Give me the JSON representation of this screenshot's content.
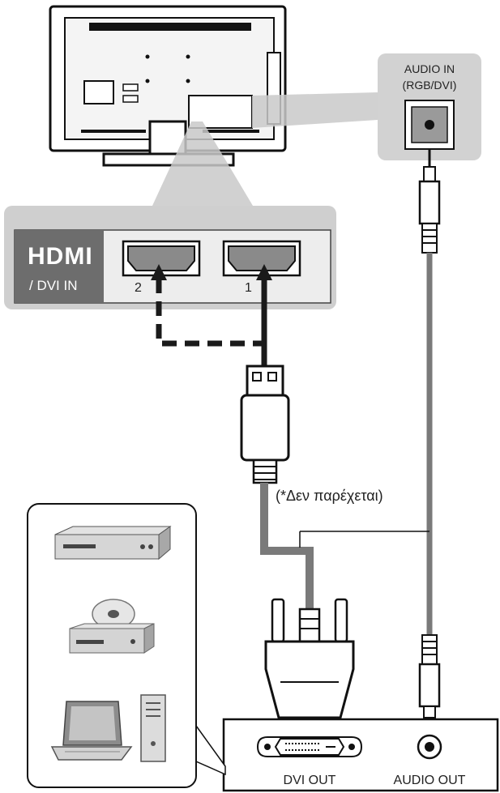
{
  "diagram": {
    "hdmi_panel": {
      "brand": "HDMI",
      "sub_label": "/ DVI IN",
      "ports": [
        {
          "number": "2"
        },
        {
          "number": "1"
        }
      ]
    },
    "audio_in": {
      "title_line1": "AUDIO IN",
      "title_line2": "(RGB/DVI)"
    },
    "cable_note": "(*Δεν παρέχεται)",
    "source_panel": {
      "dvi_out_label": "DVI OUT",
      "audio_out_label": "AUDIO OUT"
    },
    "devices": [
      "dvd-player",
      "disc-player",
      "laptop-pc"
    ],
    "colors": {
      "panel_gray": "#c9c9c9",
      "port_gray": "#8a8a8a",
      "cable_dark": "#1a1a1a",
      "cable_gray": "#7a7a7a"
    }
  }
}
